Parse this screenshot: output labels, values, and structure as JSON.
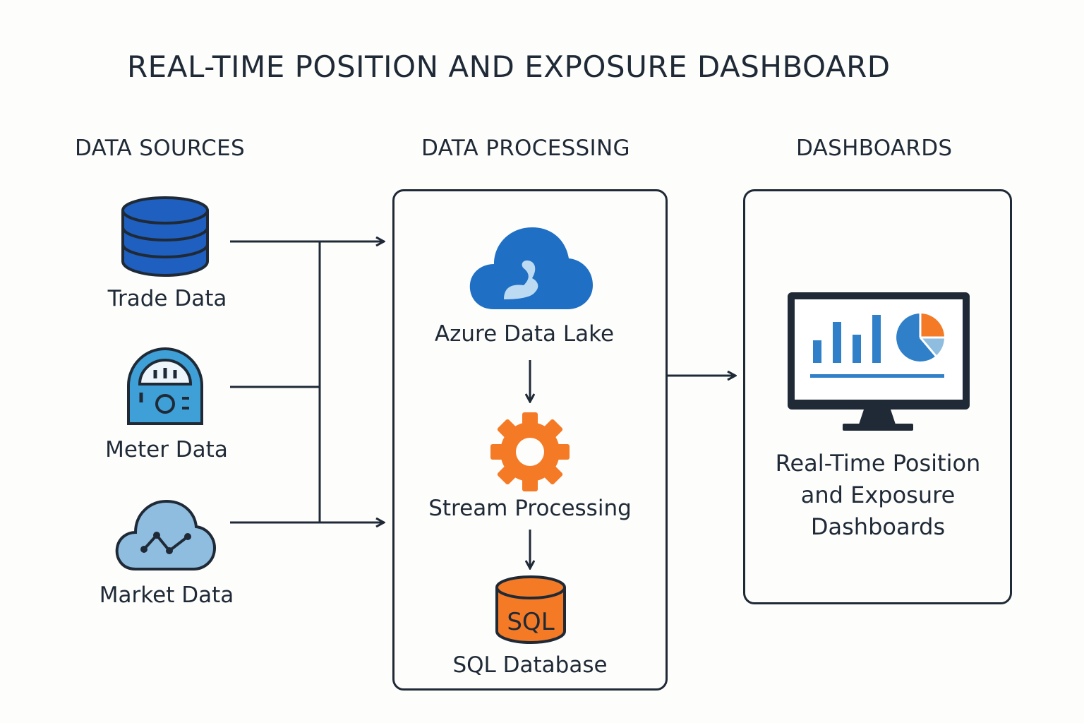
{
  "title": "REAL-TIME POSITION AND EXPOSURE DASHBOARD",
  "sections": {
    "sources": "DATA SOURCES",
    "processing": "DATA PROCESSING",
    "dashboards": "DASHBOARDS"
  },
  "sources": [
    {
      "label": "Trade Data",
      "icon": "database-icon"
    },
    {
      "label": "Meter Data",
      "icon": "meter-icon"
    },
    {
      "label": "Market Data",
      "icon": "cloud-chart-icon"
    }
  ],
  "processing": [
    {
      "label": "Azure Data Lake",
      "icon": "azure-cloud-icon"
    },
    {
      "label": "Stream Processing",
      "icon": "gear-icon"
    },
    {
      "label": "SQL Database",
      "icon": "sql-database-icon",
      "icon_text": "SQL"
    }
  ],
  "dashboard": {
    "label_lines": [
      "Real-Time Position",
      "and Exposure",
      "Dashboards"
    ],
    "icon": "monitor-chart-icon"
  },
  "colors": {
    "dark": "#1f2a36",
    "blue": "#1f5fbf",
    "mid_blue": "#3f8fd0",
    "light_blue": "#8fbde0",
    "orange": "#f47a25"
  }
}
